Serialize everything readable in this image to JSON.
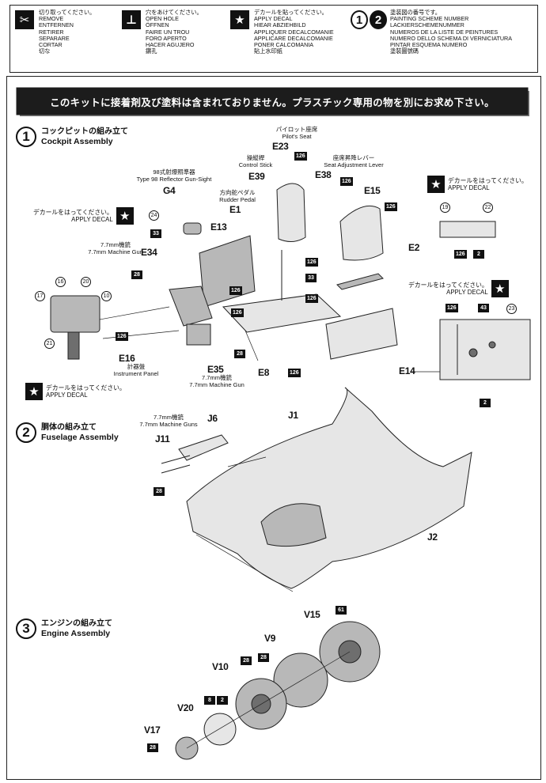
{
  "legend": [
    {
      "icon": "✂",
      "icon_name": "cut-icon",
      "text": "切り取ってください。\nREMOVE\nENTFERNEN\nRETIRER\nSEPARARE\nCORTAR\n切な"
    },
    {
      "icon": "⊥",
      "icon_name": "drill-icon",
      "text": "穴をあけてください。\nOPEN HOLE\nÖFFNEN\nFAIRE UN TROU\nFORO APERTO\nHACER AGUJERO\n鑽孔"
    },
    {
      "icon": "★",
      "icon_name": "decal-star-icon",
      "text": "デカールを貼ってください。\nAPPLY DECAL\nHIEAR ABZIEHBILD\nAPPLIQUER DECALCOMANIE\nAPPLICARE DECALCOMANIE\nPONER CALCOMANIA\n貼上水印紙"
    },
    {
      "icons": [
        "1",
        "2"
      ],
      "icon_name": "painting-number-icon",
      "text": "塗装図の番号です。\nPAINTING SCHEME NUMBER\nLACKIERSCHEMENUMMER\nNUMEROS DE LA LISTE DE PEINTURES\nNUMERO DELLO SCHEMA DI VERNICIATURA\nPINTAR ESQUEMA NUMERO\n塗裝圖號碼"
    }
  ],
  "banner": "このキットに接着剤及び塗料は含まれておりません。プラスチック専用の物を別にお求め下さい。",
  "steps": [
    {
      "num": "1",
      "ja": "コックピットの組み立て",
      "en": "Cockpit Assembly"
    },
    {
      "num": "2",
      "ja": "胴体の組み立て",
      "en": "Fuselage Assembly"
    },
    {
      "num": "3",
      "ja": "エンジンの組み立て",
      "en": "Engine Assembly"
    }
  ],
  "decal_note": "デカールをはってください。\nAPPLY DECAL",
  "cockpit": {
    "pilot_seat_label": "パイロット座席\nPilot's Seat",
    "control_stick_label": "操縦桿\nControl Stick",
    "seat_lever_label": "座席昇降レバー\nSeat Adjustment Lever",
    "gunsight_label": "98式射爆照準器\nType 98 Reflector Gun-Sight",
    "rudder_label": "方向舵ペダル\nRudder Pedal",
    "mg_label_1": "7.7mm機銃\n7.7mm Machine Gun",
    "mg_label_2": "7.7mm機銃\n7.7mm Machine Gun",
    "panel_label": "計器盤\nInstrument Panel",
    "parts": {
      "E23": "E23",
      "E39": "E39",
      "E38": "E38",
      "E15": "E15",
      "G4": "G4",
      "E1": "E1",
      "E13": "E13",
      "E34": "E34",
      "E2": "E2",
      "E16": "E16",
      "E35": "E35",
      "E8": "E8",
      "E14": "E14"
    },
    "paints": [
      "126",
      "126",
      "126",
      "126",
      "33",
      "28",
      "126",
      "126",
      "33",
      "126",
      "28",
      "126",
      "126",
      "126",
      "2",
      "126",
      "43",
      "2"
    ],
    "decal_nums": [
      "24",
      "16",
      "20",
      "17",
      "10",
      "21",
      "19",
      "22",
      "23"
    ]
  },
  "fuselage": {
    "mg_label": "7.7mm機銃\n7.7mm Machine Guns",
    "parts": {
      "J6": "J6",
      "J1": "J1",
      "J11": "J11",
      "J2": "J2"
    },
    "paints": [
      "28"
    ]
  },
  "engine": {
    "parts": {
      "V15": "V15",
      "V9": "V9",
      "V10": "V10",
      "V20": "V20",
      "V17": "V17"
    },
    "paints": [
      "61",
      "28",
      "28",
      "8",
      "2",
      "28"
    ]
  },
  "colors": {
    "ink": "#111111",
    "banner_bg": "#1c1c1c"
  }
}
